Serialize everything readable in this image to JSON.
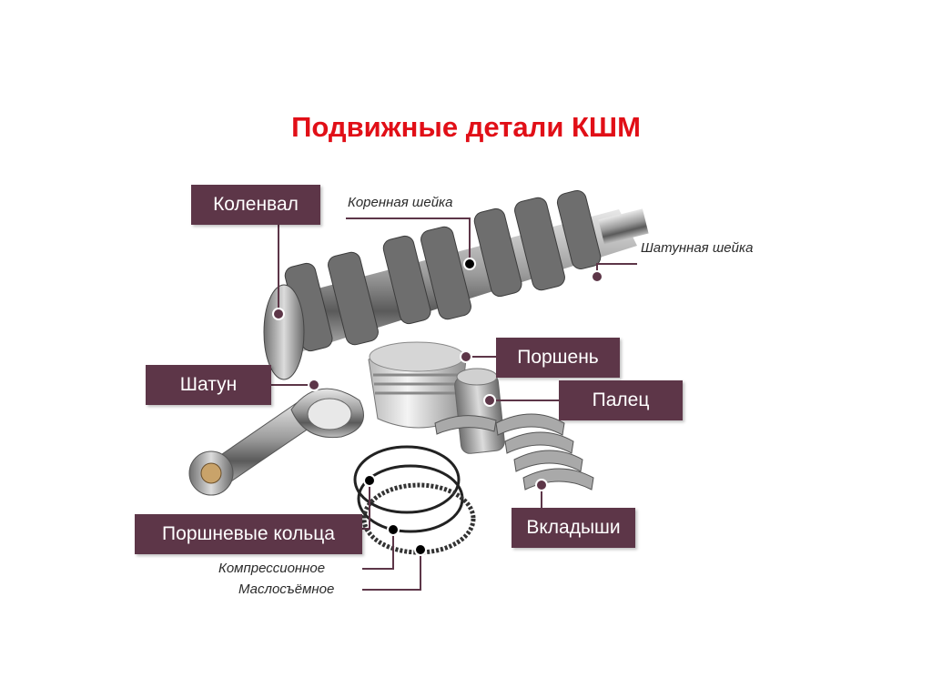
{
  "title": "Подвижные детали КШМ",
  "labels": {
    "crankshaft": "Коленвал",
    "main_journal": "Коренная шейка",
    "rod_journal": "Шатунная шейка",
    "piston": "Поршень",
    "connecting_rod": "Шатун",
    "pin": "Палец",
    "bearings": "Вкладыши",
    "piston_rings": "Поршневые кольца",
    "compression": "Компрессионное",
    "oil_scraper": "Маслосъёмное"
  },
  "colors": {
    "title": "#e10f17",
    "label_bg": "#5d3648",
    "marker": "#5d3648"
  }
}
